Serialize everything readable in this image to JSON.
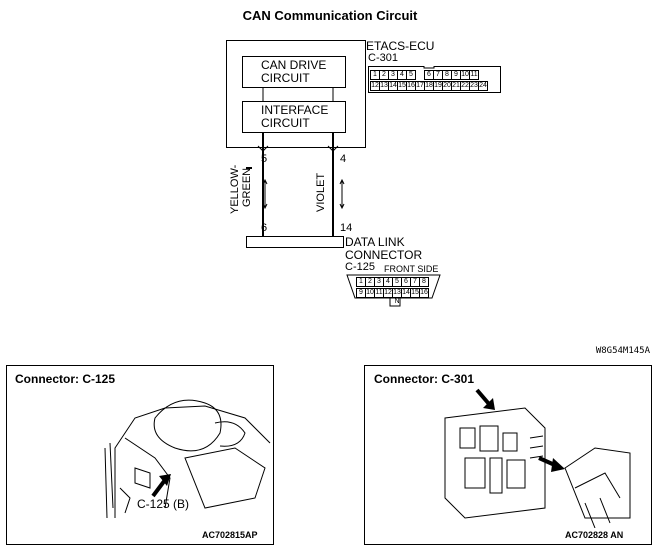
{
  "title": "CAN Communication Circuit",
  "ecu": {
    "name": "ETACS-ECU",
    "connector": "C-301",
    "block1": "CAN DRIVE CIRCUIT",
    "block1_line1": "CAN DRIVE",
    "block1_line2": "CIRCUIT",
    "block2_line1": "INTERFACE",
    "block2_line2": "CIRCUIT",
    "pins_row1": [
      "1",
      "2",
      "3",
      "4",
      "5",
      "",
      "6",
      "7",
      "8",
      "9",
      "10",
      "11"
    ],
    "pins_row2": [
      "12",
      "13",
      "14",
      "15",
      "16",
      "17",
      "18",
      "19",
      "20",
      "21",
      "22",
      "23",
      "24"
    ]
  },
  "wires": {
    "left_color_line1": "YELLOW-",
    "left_color_line2": "GREEN",
    "right_color": "VIOLET",
    "left_top_pin": "5",
    "right_top_pin": "4",
    "left_bottom_pin": "6",
    "right_bottom_pin": "14"
  },
  "dlc": {
    "name_line1": "DATA LINK",
    "name_line2": "CONNECTOR",
    "connector": "C-125",
    "side": "FRONT SIDE",
    "pins_row1": [
      "1",
      "2",
      "3",
      "4",
      "5",
      "6",
      "7",
      "8"
    ],
    "pins_row2": [
      "9",
      "10",
      "11",
      "12",
      "13",
      "14",
      "15",
      "16"
    ],
    "key": "N"
  },
  "figure_code": "W8G54M145A",
  "panels": [
    {
      "title": "Connector: C-125",
      "callout": "C-125 (B)",
      "code": "AC702815AP"
    },
    {
      "title": "Connector: C-301",
      "code": "AC702828 AN"
    }
  ]
}
